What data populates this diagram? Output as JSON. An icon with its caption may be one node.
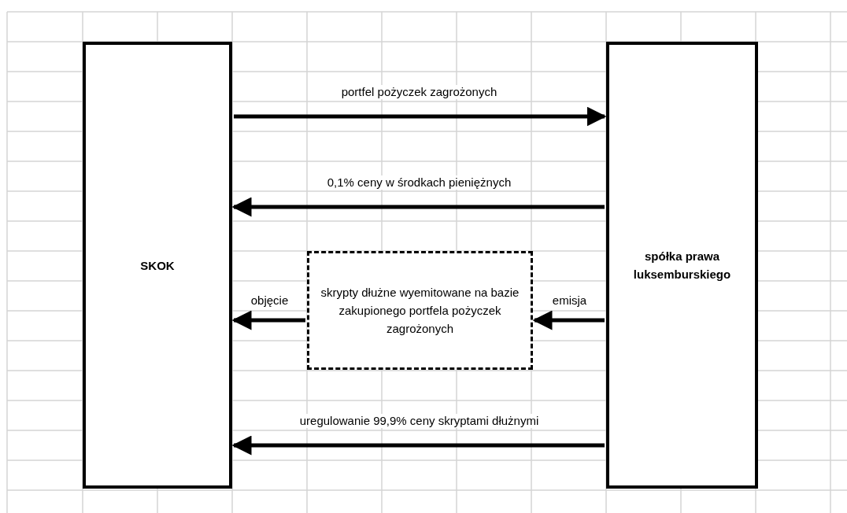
{
  "diagram": {
    "nodes": [
      {
        "text": [
          "SKOK"
        ]
      },
      {
        "text": [
          "spółka prawa luksemburskiego"
        ]
      },
      {
        "text": [
          "skrypty dłużne wyemitowane na bazie zakupionego portfela pożyczek zagrożonych"
        ]
      }
    ],
    "edges": [
      {
        "from": 0,
        "to": 1,
        "arrow": "to",
        "label": "portfel pożyczek zagrożonych"
      },
      {
        "from": 1,
        "to": 0,
        "arrow": "to",
        "label": "0,1% ceny w środkach pieniężnych"
      },
      {
        "from": 2,
        "to": 0,
        "arrow": "to",
        "label": "objęcie"
      },
      {
        "from": 1,
        "to": 2,
        "arrow": "to",
        "label": "emisja"
      },
      {
        "from": 1,
        "to": 0,
        "arrow": "to",
        "label": "uregulowanie 99,9% ceny skryptami dłużnymi"
      }
    ]
  }
}
